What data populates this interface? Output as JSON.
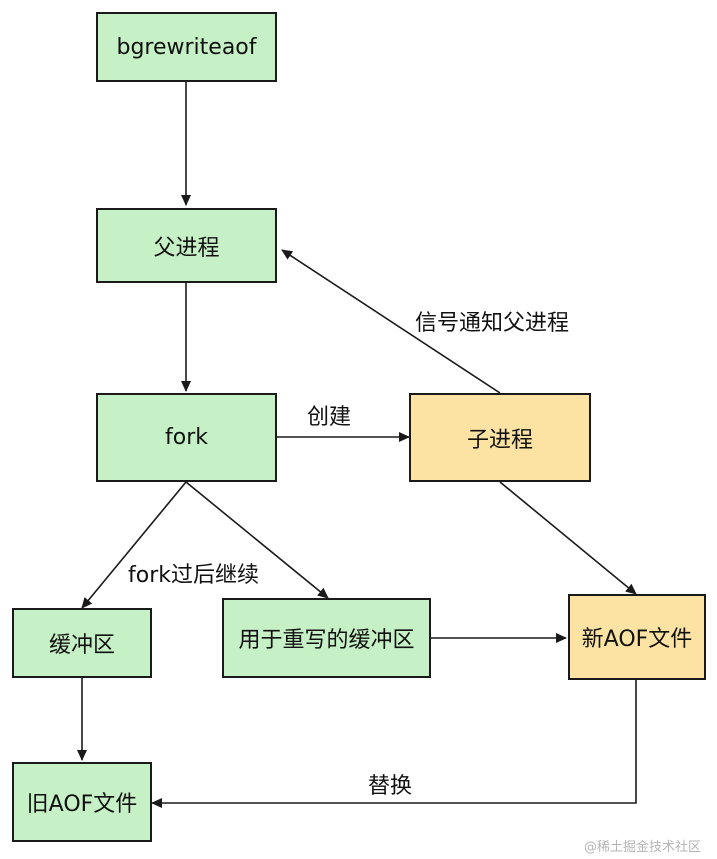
{
  "colors": {
    "process_fill": "#c6f0c6",
    "child_fill": "#fce3a3",
    "stroke": "#1a1a1a",
    "edge": "#1a1a1a"
  },
  "nodes": {
    "bgrewriteaof": "bgrewriteaof",
    "parent": "父进程",
    "fork": "fork",
    "child": "子进程",
    "buffer": "缓冲区",
    "rewrite_buffer": "用于重写的缓冲区",
    "new_aof": "新AOF文件",
    "old_aof": "旧AOF文件"
  },
  "edge_labels": {
    "create": "创建",
    "notify_parent": "信号通知父进程",
    "continue_after_fork": "fork过后继续",
    "replace": "替换"
  },
  "watermark": "@稀土掘金技术社区"
}
